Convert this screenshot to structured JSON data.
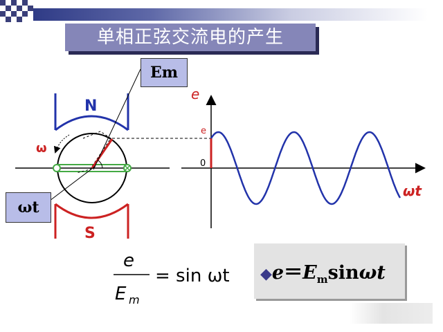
{
  "title": "单相正弦交流电的产生",
  "callouts": {
    "em": "Em",
    "wt": "ωt"
  },
  "generator": {
    "north_label": "N",
    "south_label": "S",
    "omega_label": "ω"
  },
  "waveform": {
    "y_axis_label": "e",
    "x_axis_label": "ωt",
    "peak_tick_label": "e",
    "origin_label": "0",
    "cycles_shown": 2.5
  },
  "equation": {
    "numerator": "e",
    "denominator_main": "E",
    "denominator_sub": "m",
    "rhs": "= sin ωt"
  },
  "formula_box": {
    "bullet": "◆",
    "lhs": "e",
    "equals": "＝",
    "coef_main": "E",
    "coef_sub": "m",
    "func": "sin",
    "arg": "ωt"
  },
  "colors": {
    "title_bg": "#8586b8",
    "callout_bg": "#b8bde8",
    "red_label": "#cc2222",
    "blue_label": "#2233aa",
    "pole_ring": "#333399",
    "coil_green": "#44aa44"
  }
}
